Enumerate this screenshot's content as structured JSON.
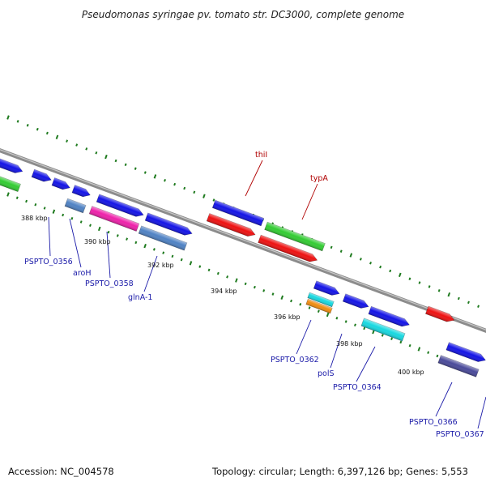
{
  "title": "Pseudomonas syringae pv. tomato str. DC3000, complete genome",
  "footer": {
    "accession": "Accession: NC_004578",
    "summary": "Topology: circular; Length: 6,397,126 bp; Genes: 5,553"
  },
  "scale_labels": [
    "388 kbp",
    "390 kbp",
    "392 kbp",
    "394 kbp",
    "396 kbp",
    "398 kbp",
    "400 kbp"
  ],
  "colors": {
    "backbone": "#8c8c8c",
    "tick": "#1e7a1e",
    "label_blue": "#1a1aa8",
    "label_red": "#b00000",
    "feature_blue": "#1414e6",
    "feature_red": "#ee1111",
    "feature_green": "#33cc33",
    "feature_pink": "#ee22aa",
    "feature_steel": "#4f82c4",
    "feature_cyan": "#18d8e0",
    "feature_orange": "#f08c10",
    "feature_slate": "#4a4a9a"
  },
  "gene_labels": [
    {
      "text": "PSPTO_0356",
      "color": "blue"
    },
    {
      "text": "aroH",
      "color": "blue"
    },
    {
      "text": "PSPTO_0358",
      "color": "blue"
    },
    {
      "text": "glnA-1",
      "color": "blue"
    },
    {
      "text": "thiI",
      "color": "red"
    },
    {
      "text": "typA",
      "color": "red"
    },
    {
      "text": "PSPTO_0362",
      "color": "blue"
    },
    {
      "text": "polS",
      "color": "blue"
    },
    {
      "text": "PSPTO_0364",
      "color": "blue"
    },
    {
      "text": "PSPTO_0366",
      "color": "blue"
    },
    {
      "text": "PSPTO_0367",
      "color": "blue"
    }
  ]
}
